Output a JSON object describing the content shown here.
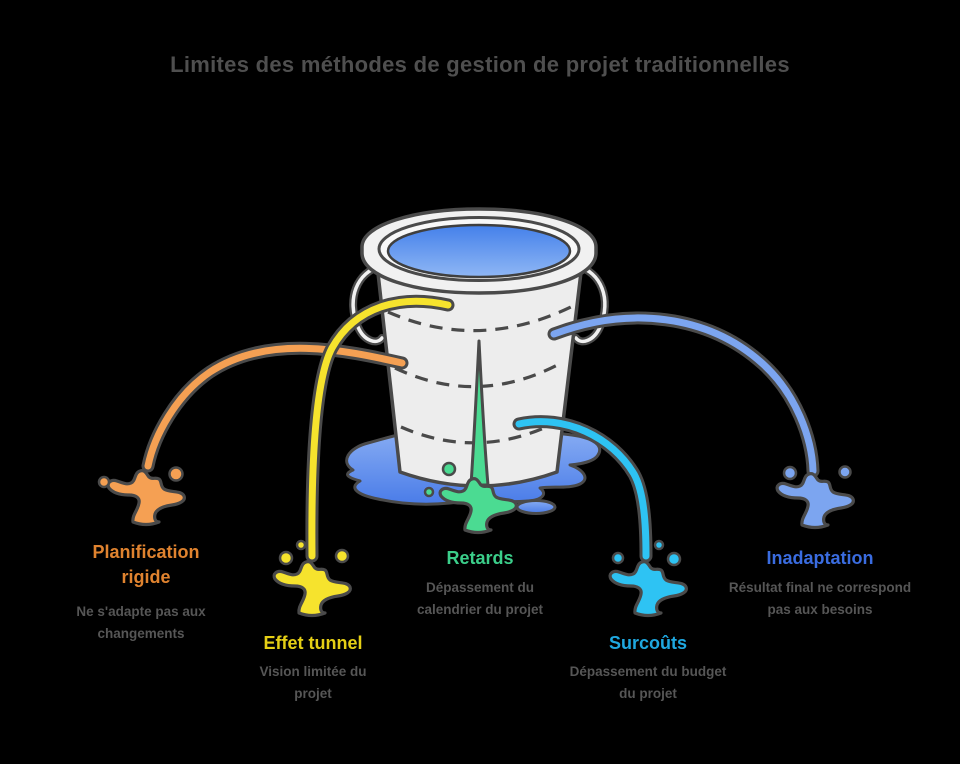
{
  "title": "Limites des méthodes de gestion de projet traditionnelles",
  "illustration": "leaky-bucket",
  "colors": {
    "background": "#000000",
    "title_text": "#4F4F4F",
    "description_text": "#565656",
    "outline": "#4A4A4A",
    "bucket_fill": "#EDEDED",
    "water_top": "#4480EA",
    "water_bottom": "#8FB7F5",
    "puddle_top": "#87ACF3",
    "puddle_bottom": "#4A7CE8",
    "stream_orange": "#F5A053",
    "stream_yellow": "#F6E32D",
    "stream_green": "#4BDB92",
    "stream_cyan": "#2EC3F3",
    "stream_blue": "#7CA5F0"
  },
  "limitations": [
    {
      "id": "planification-rigide",
      "label": "Planification rigide",
      "description": "Ne s'adapte pas aux changements",
      "color": "#E0832F"
    },
    {
      "id": "effet-tunnel",
      "label": "Effet tunnel",
      "description": "Vision limitée du projet",
      "color": "#E5CF15"
    },
    {
      "id": "retards",
      "label": "Retards",
      "description": "Dépassement du calendrier du projet",
      "color": "#3BCE8A"
    },
    {
      "id": "surcouts",
      "label": "Surcoûts",
      "description": "Dépassement du budget du projet",
      "color": "#1FA8E0"
    },
    {
      "id": "inadaptation",
      "label": "Inadaptation",
      "description": "Résultat final ne correspond pas aux besoins",
      "color": "#3A6CE0"
    }
  ]
}
